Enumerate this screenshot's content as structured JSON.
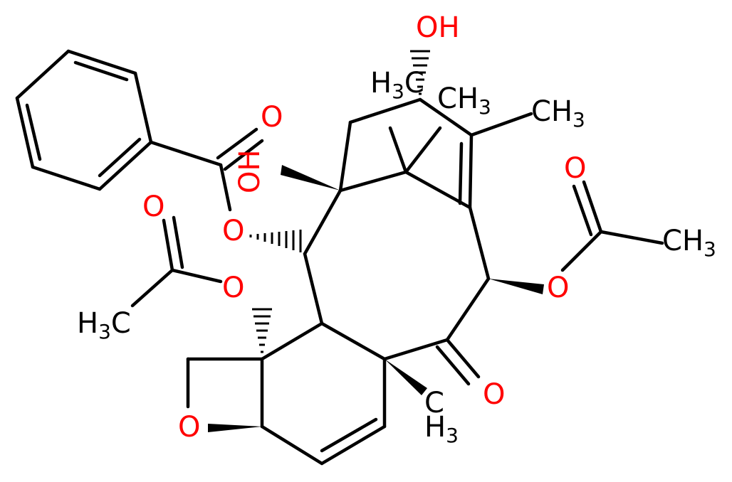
{
  "colors": {
    "bond": "#000000",
    "carbon_label": "#000000",
    "oxygen_label": "#ff0000",
    "background": "#ffffff"
  },
  "labels": {
    "hydroxyl_top": "OH",
    "hydroxyl_left": "OH",
    "methyl_h": "H",
    "methyl_c": "C",
    "subscript_3": "3",
    "carbonyl_o": "O",
    "ester_o": "O",
    "ether_o": "O",
    "ketone_o": "O"
  }
}
